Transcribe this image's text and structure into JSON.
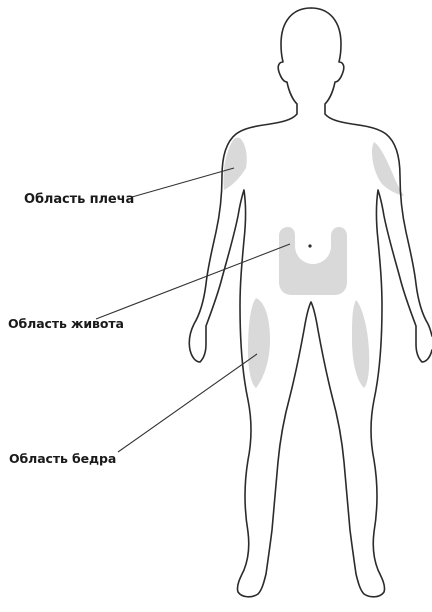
{
  "labels": {
    "shoulder": "Область плеча",
    "abdomen": "Область живота",
    "thigh": "Область бедра"
  },
  "colors": {
    "outline": "#2b2b2b",
    "zone_fill": "#d9d9d9",
    "leader_line": "#333333",
    "background": "#ffffff"
  }
}
